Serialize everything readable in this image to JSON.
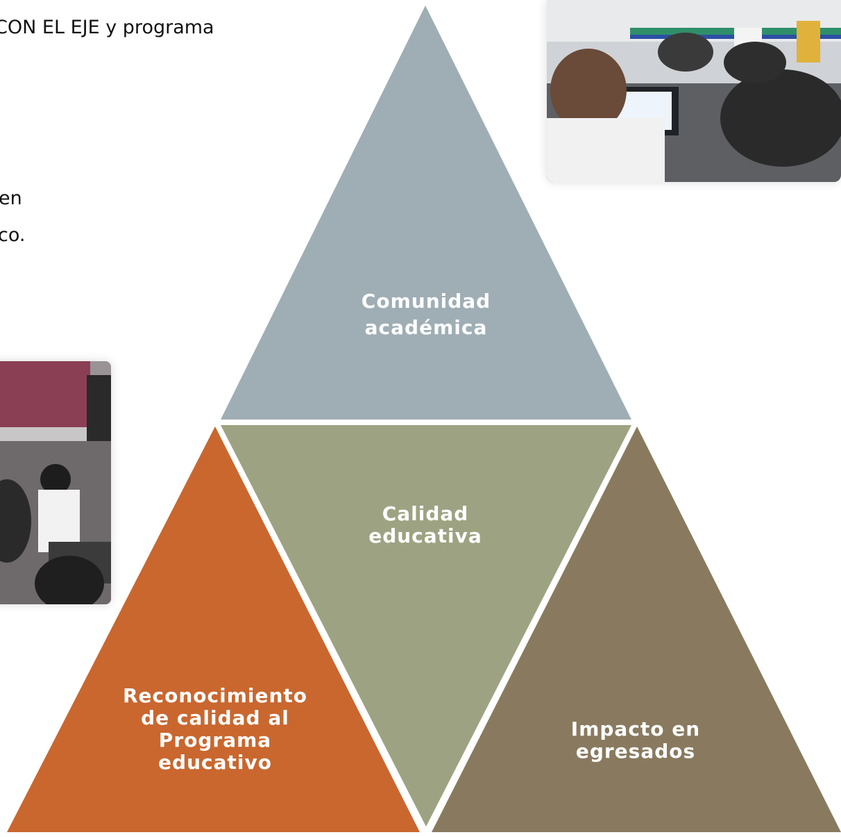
{
  "slide": {
    "heading": "CON EL EJE y programa",
    "body_lines": [
      "en",
      "co."
    ]
  },
  "diagram": {
    "triangles": [
      {
        "id": "top",
        "label_lines": [
          "Comunidad",
          "académica"
        ],
        "color": "#9FAEB4"
      },
      {
        "id": "center",
        "label_lines": [
          "Calidad",
          "educativa"
        ],
        "color": "#9DA382"
      },
      {
        "id": "bottom-left",
        "label_lines": [
          "Reconocimiento",
          "de calidad al",
          "Programa",
          "educativo"
        ],
        "color": "#C9672F"
      },
      {
        "id": "bottom-right",
        "label_lines": [
          "Impacto en",
          "egresados"
        ],
        "color": "#897A5F"
      }
    ]
  },
  "photos": [
    {
      "id": "classroom-photo-top-right",
      "subject": "students-working-at-laptops"
    },
    {
      "id": "classroom-photo-left",
      "subject": "students-seated-in-classroom"
    }
  ]
}
